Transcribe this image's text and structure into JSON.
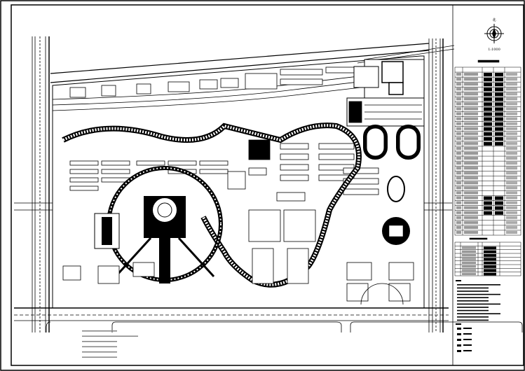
{
  "drawing": {
    "type": "campus master site plan (CAD)",
    "scale_label": "1:1000",
    "north_label": "北",
    "colors": {
      "ink": "#000000",
      "paper": "#ffffff"
    }
  },
  "legend_table": {
    "rows": 34,
    "columns": 5
  },
  "secondary_table": {
    "rows": 9,
    "columns": 6
  },
  "notes": {
    "lines": 12
  },
  "symbol_legend": {
    "entries": 5
  },
  "bottom_notes": {
    "lines": 6
  }
}
